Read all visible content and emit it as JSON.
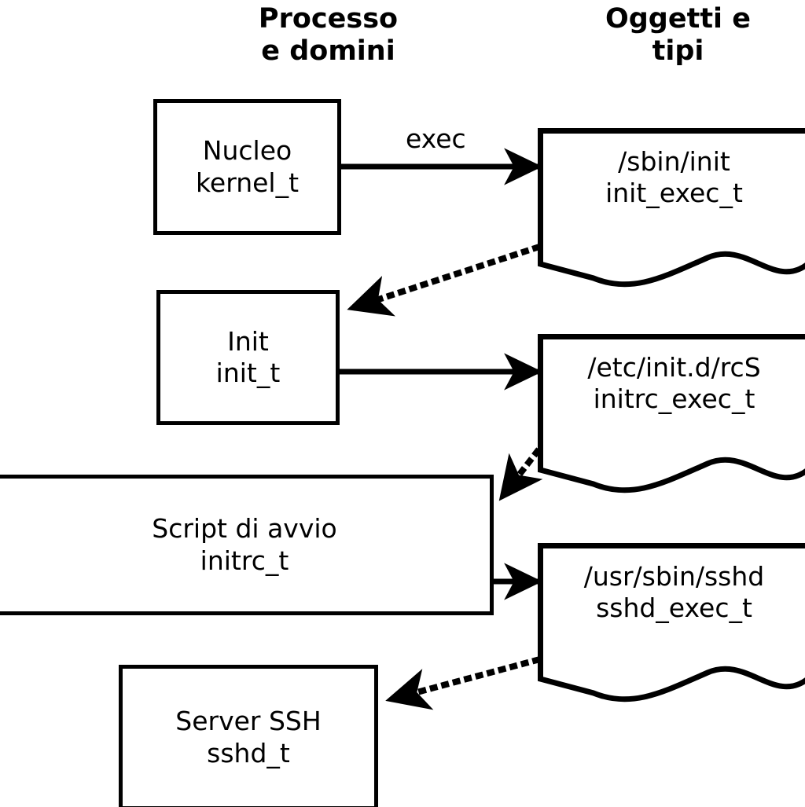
{
  "diagram": {
    "title_columns": [
      {
        "id": "processes",
        "label": "Processo\ne domini"
      },
      {
        "id": "objects",
        "label": "Oggetti e\ntipi"
      }
    ],
    "colors": {
      "stroke": "#000000",
      "fill": "#ffffff",
      "text": "#000000"
    },
    "process_boxes": [
      {
        "id": "kernel",
        "label": "Nucleo\nkernel_t",
        "name": "Nucleo",
        "type": "kernel_t"
      },
      {
        "id": "init",
        "label": "Init\ninit_t",
        "name": "Init",
        "type": "init_t"
      },
      {
        "id": "initrc",
        "label": "Script di avvio\ninitrc_t",
        "name": "Script di avvio",
        "type": "initrc_t"
      },
      {
        "id": "sshd",
        "label": "Server SSH\nsshd_t",
        "name": "Server SSH",
        "type": "sshd_t"
      }
    ],
    "object_docs": [
      {
        "id": "init_exec",
        "label": "/sbin/init\ninit_exec_t",
        "path": "/sbin/init",
        "type": "init_exec_t"
      },
      {
        "id": "initrc_exec",
        "label": "/etc/init.d/rcS\ninitrc_exec_t",
        "path": "/etc/init.d/rcS",
        "type": "initrc_exec_t"
      },
      {
        "id": "sshd_exec",
        "label": "/usr/sbin/sshd\nsshd_exec_t",
        "path": "/usr/sbin/sshd",
        "type": "sshd_exec_t"
      }
    ],
    "edges": [
      {
        "id": "kernel-exec-init_exec",
        "from": "kernel",
        "to": "init_exec",
        "style": "solid",
        "label": "exec"
      },
      {
        "id": "init_exec-transition-init",
        "from": "init_exec",
        "to": "init",
        "style": "dotted",
        "label": ""
      },
      {
        "id": "init-exec-initrc_exec",
        "from": "init",
        "to": "initrc_exec",
        "style": "solid",
        "label": ""
      },
      {
        "id": "initrc_exec-transition-initrc",
        "from": "initrc_exec",
        "to": "initrc",
        "style": "dotted",
        "label": ""
      },
      {
        "id": "initrc-exec-sshd_exec",
        "from": "initrc",
        "to": "sshd_exec",
        "style": "solid",
        "label": ""
      },
      {
        "id": "sshd_exec-transition-sshd",
        "from": "sshd_exec",
        "to": "sshd",
        "style": "dotted",
        "label": ""
      }
    ]
  }
}
